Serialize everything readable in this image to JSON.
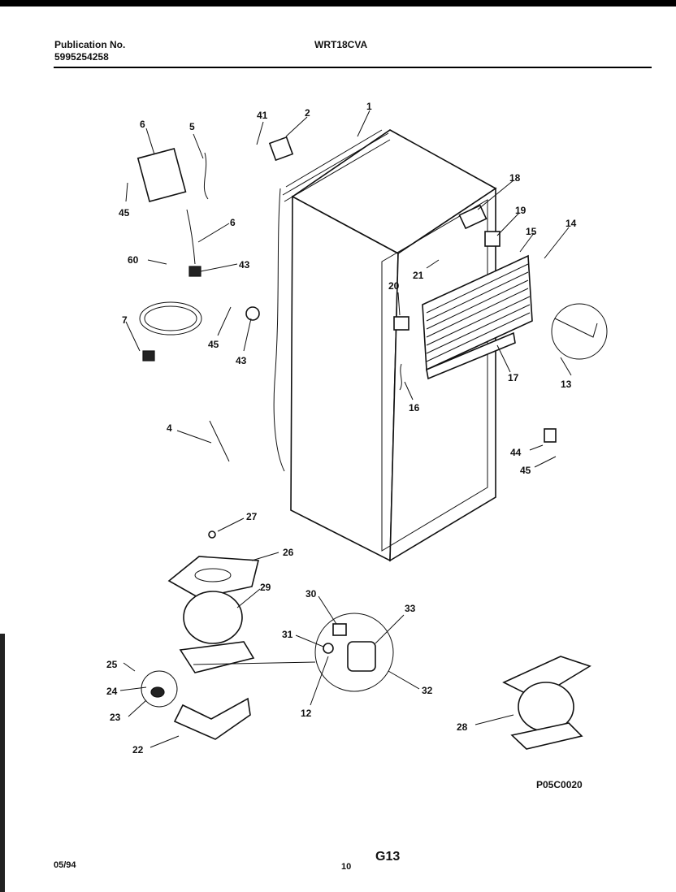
{
  "header": {
    "publication_label": "Publication No.",
    "publication_number": "5995254258",
    "model": "WRT18CVA"
  },
  "diagram": {
    "drawing_code": "P05C0020",
    "callouts": [
      "1",
      "2",
      "41",
      "6",
      "5",
      "45",
      "6",
      "60",
      "43",
      "7",
      "45",
      "43",
      "4",
      "18",
      "19",
      "15",
      "14",
      "21",
      "20",
      "13",
      "17",
      "16",
      "44",
      "45",
      "27",
      "26",
      "29",
      "30",
      "33",
      "31",
      "25",
      "24",
      "23",
      "12",
      "32",
      "22",
      "28"
    ]
  },
  "footer": {
    "date": "05/94",
    "page": "10",
    "section": "G13"
  }
}
